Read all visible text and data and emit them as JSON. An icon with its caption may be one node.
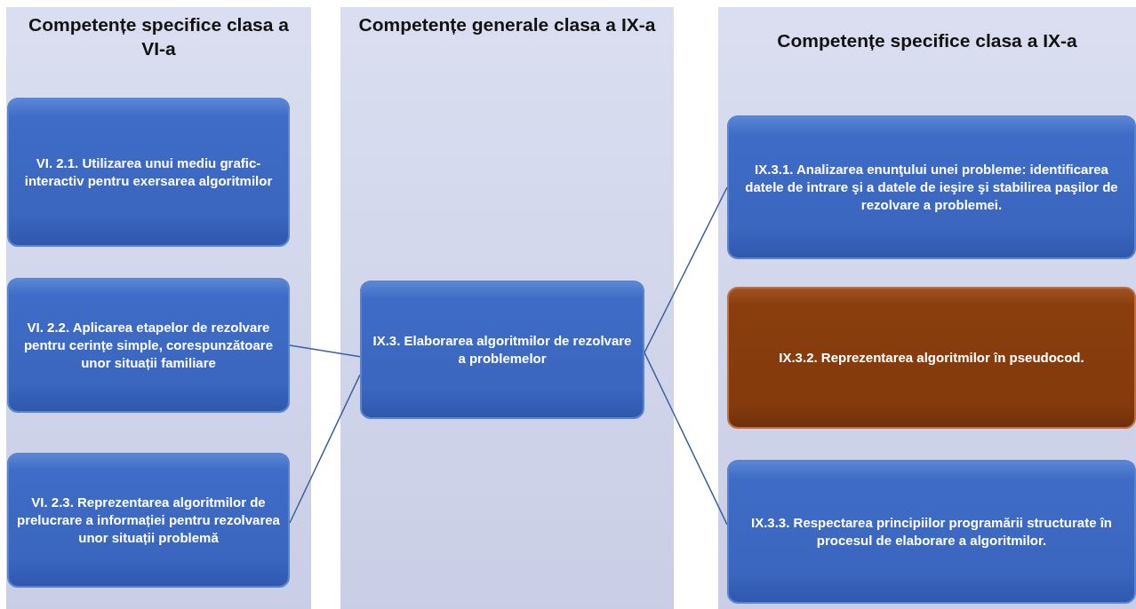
{
  "diagram": {
    "nodes": [
      {
        "text": [
          "Competențe specifice clasa a VI-a"
        ]
      },
      {
        "text": [
          "Competențe generale clasa a IX-a"
        ]
      },
      {
        "text": [
          "Competențe specifice clasa a IX-a"
        ]
      },
      {
        "text": [
          "VI. 2.1. Utilizarea unui mediu grafic-interactiv pentru exersarea algoritmilor"
        ],
        "in": 0
      },
      {
        "text": [
          "VI. 2.2. Aplicarea etapelor de rezolvare pentru cerințe simple, corespunzătoare unor situații familiare"
        ],
        "in": 0
      },
      {
        "text": [
          "VI. 2.3. Reprezentarea algoritmilor de prelucrare a informației pentru rezolvarea unor situații problemă"
        ],
        "in": 0
      },
      {
        "text": [
          "IX.3. Elaborarea algoritmilor de rezolvare a problemelor"
        ],
        "in": 1
      },
      {
        "text": [
          "IX.3.1. Analizarea enunţului unei probleme: identificarea datele de intrare şi a datele de ieşire şi stabilirea paşilor de rezolvare a problemei."
        ],
        "in": 2
      },
      {
        "text": [
          "IX.3.2. Reprezentarea algoritmilor în pseudocod."
        ],
        "in": 2
      },
      {
        "text": [
          "IX.3.3. Respectarea principiilor programării structurate în procesul de elaborare a algoritmilor."
        ],
        "in": 2
      }
    ],
    "edges": [
      {
        "from": 4,
        "to": 6,
        "arrow": "none"
      },
      {
        "from": 5,
        "to": 6,
        "arrow": "none"
      },
      {
        "from": 6,
        "to": 7,
        "arrow": "none"
      },
      {
        "from": 6,
        "to": 9,
        "arrow": "none"
      }
    ]
  }
}
